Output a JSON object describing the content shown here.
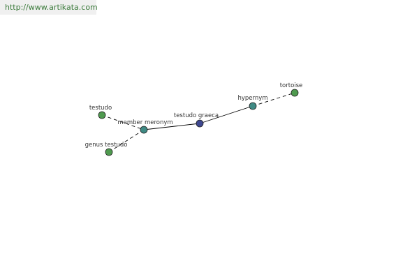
{
  "banner": {
    "url": "http://www.artikata.com"
  },
  "colors": {
    "leaf": "#4f9a4f",
    "relation": "#3f8a84",
    "center": "#3e4790",
    "stroke": "#222222",
    "edge": "#000000"
  },
  "graph": {
    "nodes": [
      {
        "id": "testudo-graeca",
        "label": "testudo graeca",
        "kind": "center"
      },
      {
        "id": "hypernym",
        "label": "hypernym",
        "kind": "relation"
      },
      {
        "id": "tortoise",
        "label": "tortoise",
        "kind": "leaf"
      },
      {
        "id": "member-meronym",
        "label": "member meronym",
        "kind": "relation"
      },
      {
        "id": "testudo",
        "label": "testudo",
        "kind": "leaf"
      },
      {
        "id": "genus-testudo",
        "label": "genus testudo",
        "kind": "leaf"
      }
    ],
    "edges": [
      {
        "from": "member-meronym",
        "to": "testudo-graeca",
        "style": "solid"
      },
      {
        "from": "testudo-graeca",
        "to": "hypernym",
        "style": "solid"
      },
      {
        "from": "hypernym",
        "to": "tortoise",
        "style": "dashed"
      },
      {
        "from": "testudo",
        "to": "member-meronym",
        "style": "dashed"
      },
      {
        "from": "genus-testudo",
        "to": "member-meronym",
        "style": "dashed"
      }
    ]
  }
}
